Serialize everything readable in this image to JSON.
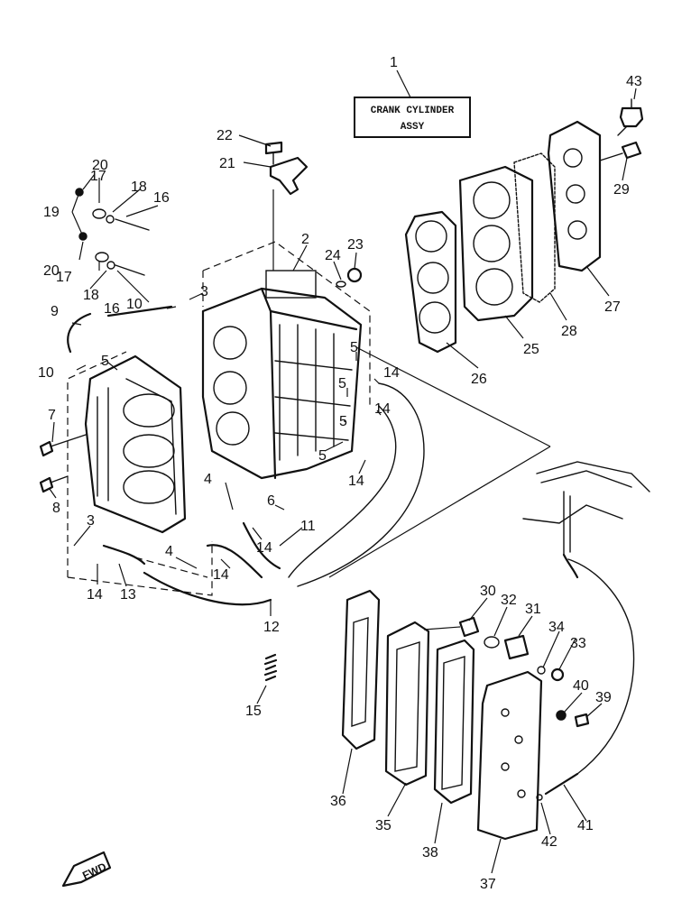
{
  "assembly": {
    "number": "1",
    "title_line1": "CRANK CYLINDER",
    "title_line2": "ASSY"
  },
  "direction": {
    "label": "FWD",
    "icon": "fwd-arrow-icon"
  },
  "callouts": [
    {
      "id": "c1",
      "text": "1"
    },
    {
      "id": "c2",
      "text": "2"
    },
    {
      "id": "c3a",
      "text": "3"
    },
    {
      "id": "c3b",
      "text": "3"
    },
    {
      "id": "c4a",
      "text": "4"
    },
    {
      "id": "c4b",
      "text": "4"
    },
    {
      "id": "c5a",
      "text": "5"
    },
    {
      "id": "c5b",
      "text": "5"
    },
    {
      "id": "c5c",
      "text": "5"
    },
    {
      "id": "c5d",
      "text": "5"
    },
    {
      "id": "c5e",
      "text": "5"
    },
    {
      "id": "c6",
      "text": "6"
    },
    {
      "id": "c7",
      "text": "7"
    },
    {
      "id": "c8",
      "text": "8"
    },
    {
      "id": "c9",
      "text": "9"
    },
    {
      "id": "c10a",
      "text": "10"
    },
    {
      "id": "c10b",
      "text": "10"
    },
    {
      "id": "c11",
      "text": "11"
    },
    {
      "id": "c12",
      "text": "12"
    },
    {
      "id": "c13",
      "text": "13"
    },
    {
      "id": "c14a",
      "text": "14"
    },
    {
      "id": "c14b",
      "text": "14"
    },
    {
      "id": "c14c",
      "text": "14"
    },
    {
      "id": "c14d",
      "text": "14"
    },
    {
      "id": "c14e",
      "text": "14"
    },
    {
      "id": "c14f",
      "text": "14"
    },
    {
      "id": "c15",
      "text": "15"
    },
    {
      "id": "c16a",
      "text": "16"
    },
    {
      "id": "c16b",
      "text": "16"
    },
    {
      "id": "c17a",
      "text": "17"
    },
    {
      "id": "c17b",
      "text": "17"
    },
    {
      "id": "c18a",
      "text": "18"
    },
    {
      "id": "c18b",
      "text": "18"
    },
    {
      "id": "c19",
      "text": "19"
    },
    {
      "id": "c20a",
      "text": "20"
    },
    {
      "id": "c20b",
      "text": "20"
    },
    {
      "id": "c21",
      "text": "21"
    },
    {
      "id": "c22",
      "text": "22"
    },
    {
      "id": "c23",
      "text": "23"
    },
    {
      "id": "c24",
      "text": "24"
    },
    {
      "id": "c25",
      "text": "25"
    },
    {
      "id": "c26",
      "text": "26"
    },
    {
      "id": "c27",
      "text": "27"
    },
    {
      "id": "c28",
      "text": "28"
    },
    {
      "id": "c29",
      "text": "29"
    },
    {
      "id": "c30",
      "text": "30"
    },
    {
      "id": "c31",
      "text": "31"
    },
    {
      "id": "c32",
      "text": "32"
    },
    {
      "id": "c33",
      "text": "33"
    },
    {
      "id": "c34",
      "text": "34"
    },
    {
      "id": "c35",
      "text": "35"
    },
    {
      "id": "c36",
      "text": "36"
    },
    {
      "id": "c37",
      "text": "37"
    },
    {
      "id": "c38",
      "text": "38"
    },
    {
      "id": "c39",
      "text": "39"
    },
    {
      "id": "c40",
      "text": "40"
    },
    {
      "id": "c41",
      "text": "41"
    },
    {
      "id": "c42",
      "text": "42"
    },
    {
      "id": "c43",
      "text": "43"
    }
  ]
}
